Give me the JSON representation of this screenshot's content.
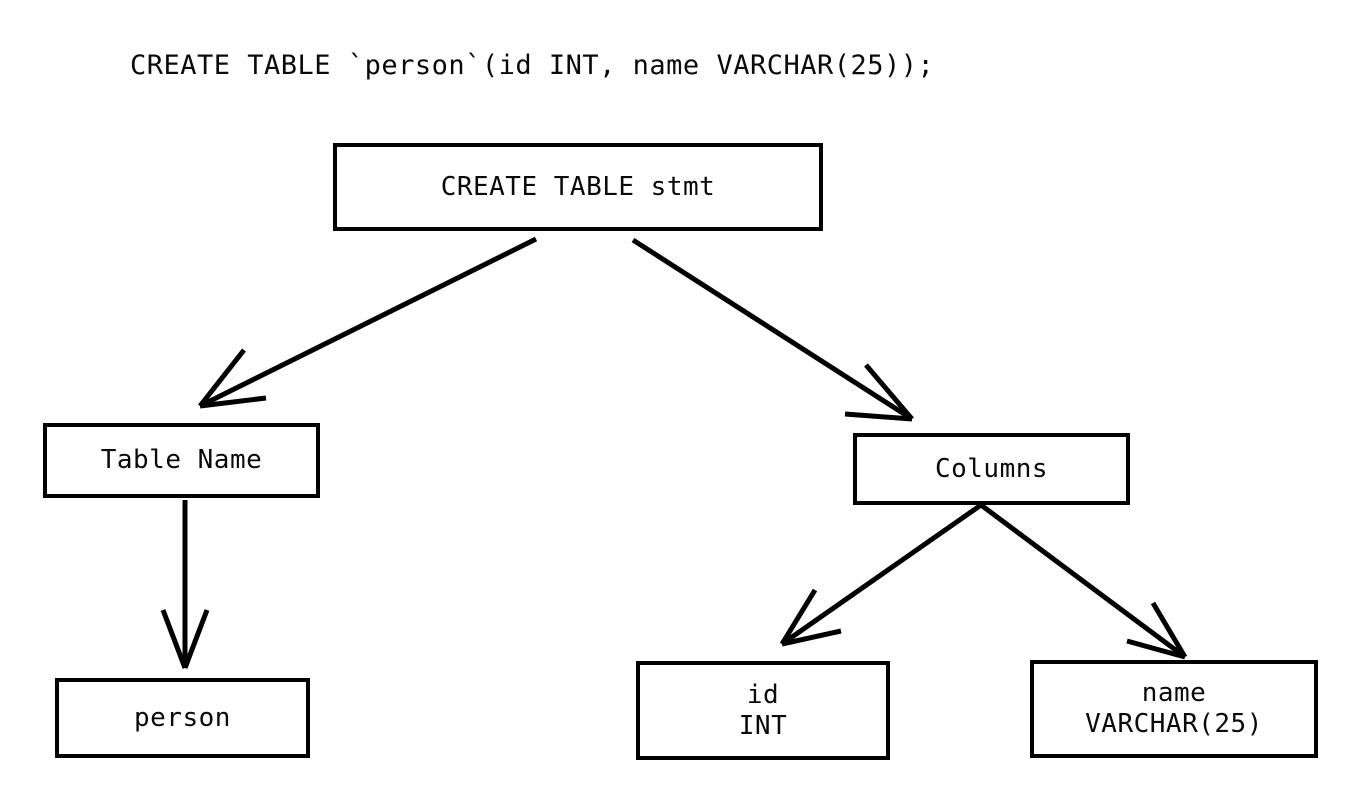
{
  "caption": {
    "text": "CREATE TABLE `person`(id INT, name VARCHAR(25));"
  },
  "colors": {
    "background": "#ffffff",
    "stroke": "#000000",
    "text": "#0a0a0a"
  },
  "diagram": {
    "type": "parse-tree",
    "nodes": [
      {
        "id": "root",
        "label": "CREATE TABLE stmt",
        "line1": "CREATE TABLE stmt",
        "line2": ""
      },
      {
        "id": "tablename",
        "label": "Table Name",
        "line1": "Table Name",
        "line2": ""
      },
      {
        "id": "person",
        "label": "person",
        "line1": "person",
        "line2": ""
      },
      {
        "id": "columns",
        "label": "Columns",
        "line1": "Columns",
        "line2": ""
      },
      {
        "id": "col-id",
        "label": "id INT",
        "line1": "id",
        "line2": "INT"
      },
      {
        "id": "col-name",
        "label": "name VARCHAR(25)",
        "line1": "name",
        "line2": "VARCHAR(25)"
      }
    ],
    "edges": [
      {
        "from": "root",
        "to": "tablename"
      },
      {
        "from": "root",
        "to": "columns"
      },
      {
        "from": "tablename",
        "to": "person"
      },
      {
        "from": "columns",
        "to": "col-id"
      },
      {
        "from": "columns",
        "to": "col-name"
      }
    ]
  }
}
